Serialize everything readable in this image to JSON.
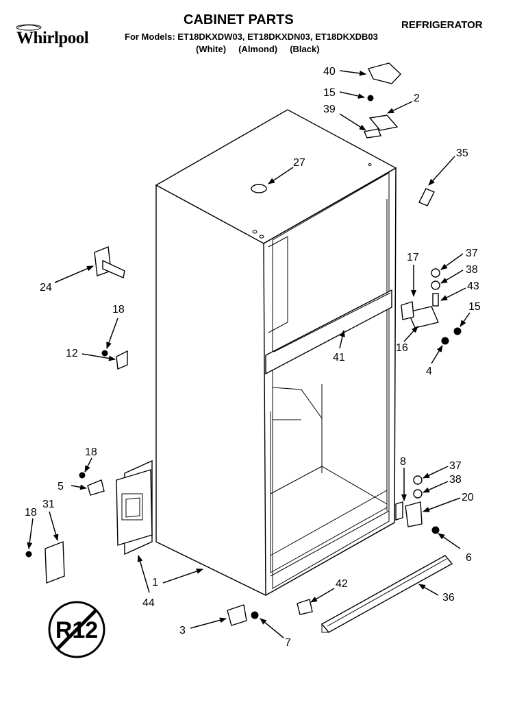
{
  "header": {
    "title": "CABINET PARTS",
    "models_line": "For Models: ET18DKXDW03, ET18DKXDN03, ET18DKXDB03",
    "colors_line": "(White)     (Almond)     (Black)",
    "category": "REFRIGERATOR",
    "brand": "Whirlpool",
    "refrigerant_badge": "R12"
  },
  "callouts": {
    "c40": "40",
    "c15a": "15",
    "c2": "2",
    "c39": "39",
    "c35": "35",
    "c27": "27",
    "c37a": "37",
    "c38a": "38",
    "c17": "17",
    "c43": "43",
    "c15b": "15",
    "c16": "16",
    "c4": "4",
    "c41": "41",
    "c24": "24",
    "c18a": "18",
    "c12": "12",
    "c18b": "18",
    "c5": "5",
    "c31": "31",
    "c18c": "18",
    "c8": "8",
    "c37b": "37",
    "c38b": "38",
    "c20": "20",
    "c6": "6",
    "c1": "1",
    "c44": "44",
    "c42": "42",
    "c36": "36",
    "c3": "3",
    "c7": "7"
  }
}
